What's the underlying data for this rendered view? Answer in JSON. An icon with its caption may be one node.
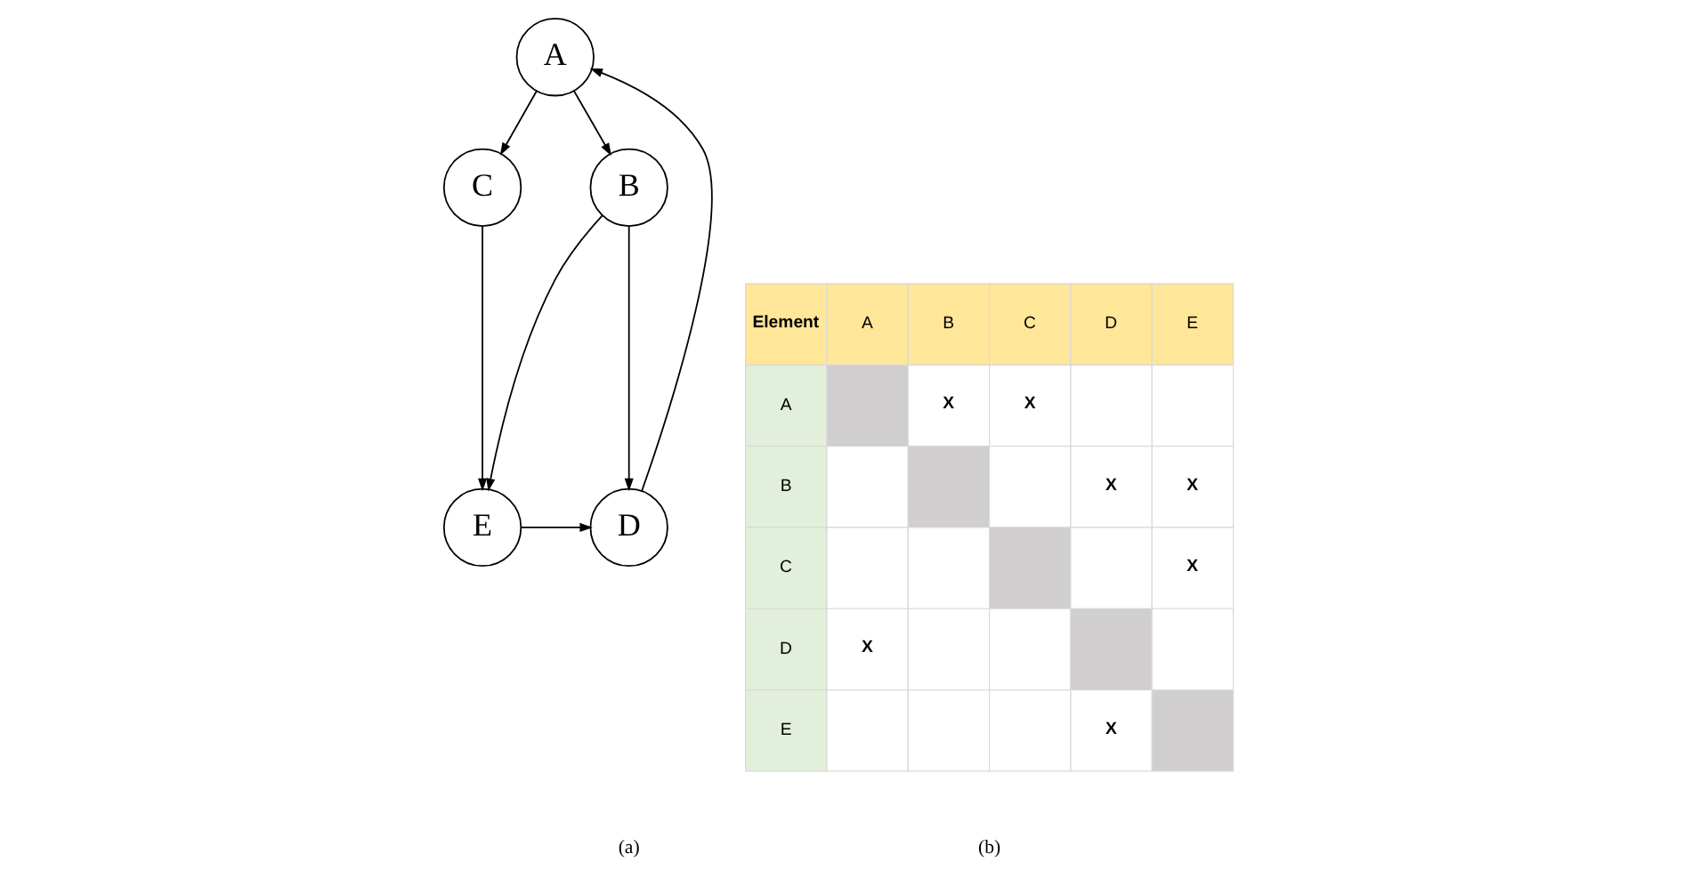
{
  "diagram": {
    "nodes": [
      {
        "text": [
          "A"
        ]
      },
      {
        "text": [
          "B"
        ]
      },
      {
        "text": [
          "C"
        ]
      },
      {
        "text": [
          "D"
        ]
      },
      {
        "text": [
          "E"
        ]
      }
    ],
    "edges": [
      {
        "from": 0,
        "to": 1,
        "arrow": "to"
      },
      {
        "from": 0,
        "to": 2,
        "arrow": "to"
      },
      {
        "from": 1,
        "to": 3,
        "arrow": "to"
      },
      {
        "from": 1,
        "to": 4,
        "arrow": "to"
      },
      {
        "from": 2,
        "to": 4,
        "arrow": "to"
      },
      {
        "from": 3,
        "to": 0,
        "arrow": "to"
      },
      {
        "from": 4,
        "to": 3,
        "arrow": "to"
      }
    ],
    "labels": [
      "Element",
      "A",
      "B",
      "C",
      "D",
      "E",
      "A",
      "X",
      "X",
      "B",
      "X",
      "X",
      "C",
      "X",
      "D",
      "X",
      "E",
      "X",
      "(a)",
      "(b)"
    ]
  }
}
